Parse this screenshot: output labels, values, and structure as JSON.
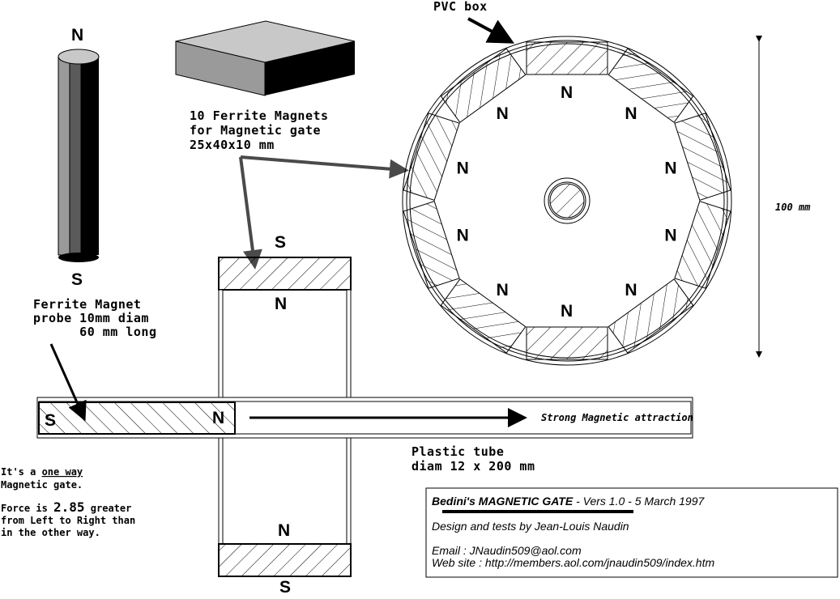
{
  "labels": {
    "pvc_box": "PVC box",
    "ferrite_magnets": [
      "10 Ferrite Magnets",
      "for Magnetic gate",
      "25x40x10 mm"
    ],
    "probe": [
      "Ferrite Magnet",
      "probe 10mm diam",
      "      60 mm long"
    ],
    "dimension": "100 mm",
    "attraction": "Strong Magnetic attraction",
    "tube": [
      "Plastic tube",
      "diam 12 x 200 mm"
    ],
    "one_way_prefix": "It's a ",
    "one_way": "one way",
    "one_way_line2": "Magnetic gate.",
    "force_prefix": "Force is ",
    "force_value": "2.85",
    "force_suffix": " greater",
    "force_line2": "from Left to Right than",
    "force_line3": "in the other way."
  },
  "poles": {
    "north": "N",
    "south": "S"
  },
  "credits": {
    "title": "Bedini's MAGNETIC GATE",
    "version": " - Vers 1.0 - 5 March 1997",
    "design": "Design and tests by Jean-Louis Naudin",
    "email": "Email : JNaudin509@aol.com",
    "website": "Web site : http://members.aol.com/jnaudin509/index.htm"
  },
  "ring": {
    "magnet_count": 10
  },
  "colors": {
    "arrow_grey": "#4a4a4a",
    "light_grey": "#c8c8c8",
    "mid_grey": "#9a9a9a",
    "dark_grey": "#5a5a5a"
  }
}
